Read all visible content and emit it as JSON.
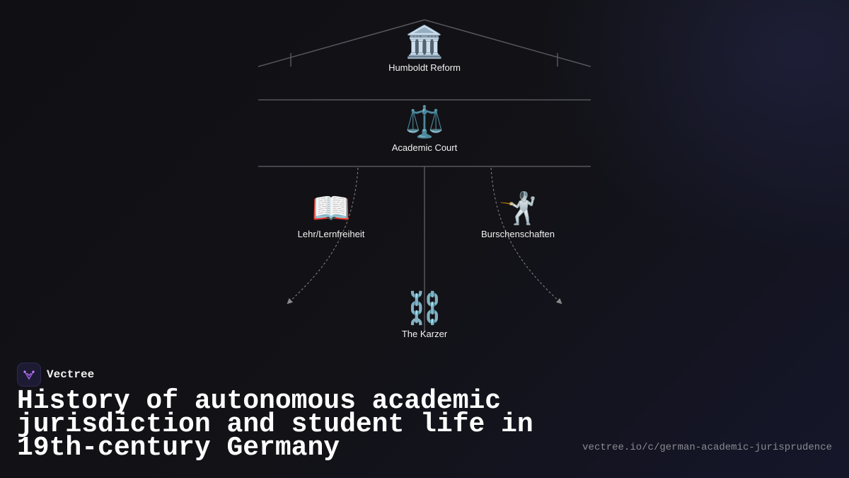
{
  "diagram": {
    "nodes": {
      "humboldt": {
        "label": "Humboldt Reform",
        "icon": "classical-building-icon",
        "glyph": "🏛️"
      },
      "court": {
        "label": "Academic Court",
        "icon": "balance-scale-icon",
        "glyph": "⚖️"
      },
      "freedom": {
        "label": "Lehr/Lernfreiheit",
        "icon": "open-book-icon",
        "glyph": "📖"
      },
      "fraternities": {
        "label": "Burschenschaften",
        "icon": "fencer-icon",
        "glyph": "🤺"
      },
      "karzer": {
        "label": "The Karzer",
        "icon": "chains-icon",
        "glyph": "⛓️"
      }
    },
    "colors": {
      "line": "#56565c",
      "dashed": "#8a8a8a"
    }
  },
  "brand": {
    "name": "Vectree",
    "logo_icon": "vectree-logo-icon",
    "accent": "#9b5de5"
  },
  "title": "History of autonomous academic jurisdiction and student life in 19th-century Germany",
  "url": "vectree.io/c/german-academic-jurisprudence"
}
